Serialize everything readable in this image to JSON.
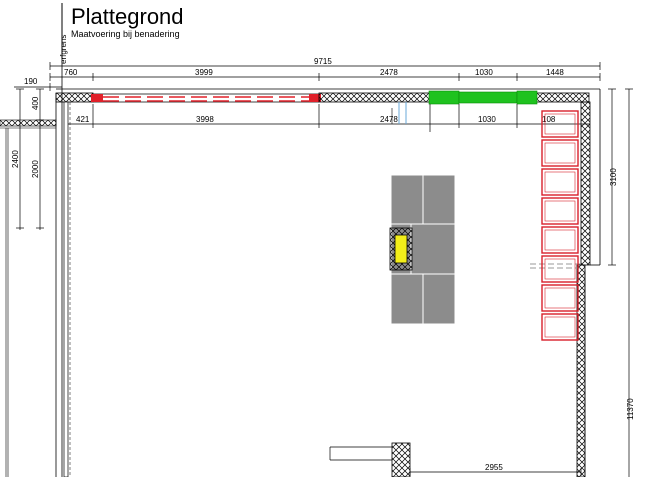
{
  "header": {
    "title": "Plattegrond",
    "subtitle": "Maatvoering bij benadering"
  },
  "labels": {
    "erfgrens": "erfgrens"
  },
  "dimensions": {
    "top_total": "9715",
    "top_segments": [
      "760",
      "3999",
      "2478",
      "1030",
      "1448"
    ],
    "inner_segments": [
      "421",
      "3998",
      "2478",
      "1030",
      "108"
    ],
    "left_offset": "190",
    "left_wall": "400",
    "left_height_outer": "2400",
    "left_height_inner": "2000",
    "right_upper": "3100",
    "right_total": "11370",
    "bottom": "2955"
  },
  "colors": {
    "line": "#000000",
    "window_red": "#e0202a",
    "green_unit": "#1fc21f",
    "counter_gray": "#8c8c8c",
    "stove_yellow": "#f2ee1a",
    "chair_red": "#d8202a",
    "door_blue": "#6aa9d8"
  }
}
